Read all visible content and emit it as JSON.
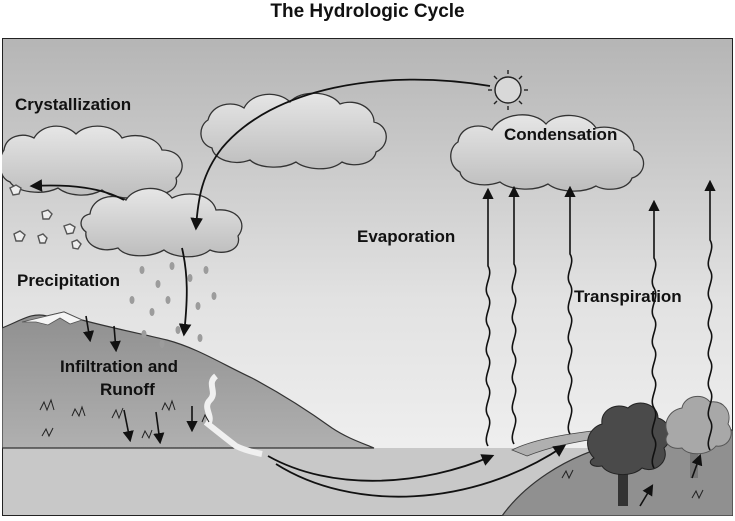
{
  "title": "The Hydrologic Cycle",
  "labels": {
    "crystallization": "Crystallization",
    "condensation": "Condensation",
    "evaporation": "Evaporation",
    "precipitation": "Precipitation",
    "infiltration_line1": "Infiltration and",
    "infiltration_line2": "Runoff",
    "transpiration": "Transpiration"
  },
  "colors": {
    "sky_top": "#b9b9b9",
    "sky_bottom": "#f2f2f2",
    "cloud": "#d0d0d0",
    "mountain": "#9a9a9a",
    "water": "#c4c4c4",
    "ground": "#8a8a8a",
    "tree_dark": "#4a4a4a",
    "tree_light": "#a8a8a8",
    "arrow": "#111111"
  }
}
